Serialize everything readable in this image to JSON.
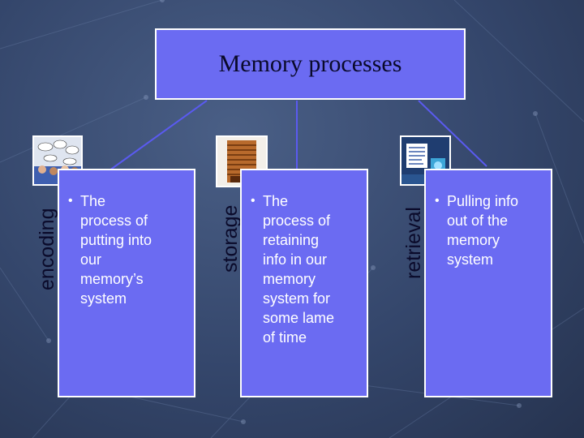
{
  "title": "Memory processes",
  "processes": [
    {
      "label": "encoding",
      "text": [
        "The",
        "process of",
        "putting into",
        "our",
        "memory’s",
        "system"
      ]
    },
    {
      "label": "storage",
      "text": [
        "The",
        "process of",
        "retaining",
        "info in our",
        "memory",
        "system for",
        "some lame",
        "of time"
      ]
    },
    {
      "label": "retrieval",
      "text": [
        "Pulling info",
        "out of the",
        "memory",
        "system"
      ]
    }
  ],
  "colors": {
    "box_fill": "#6b6bf2",
    "border": "#ffffff",
    "connector": "#5a5af0",
    "background": "#34466b"
  }
}
